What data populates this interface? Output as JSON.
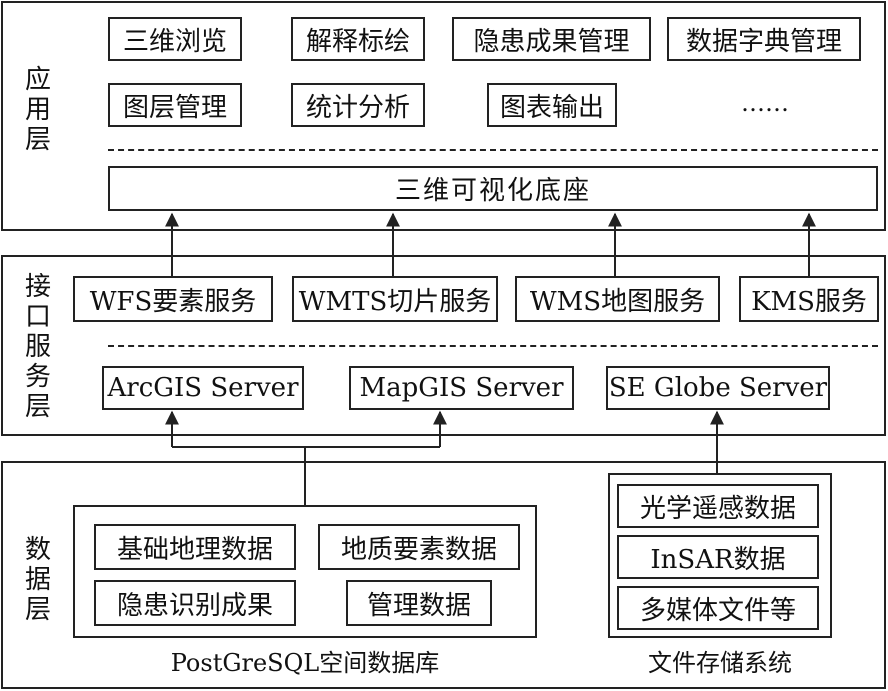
{
  "application_layer": {
    "label": "应用层",
    "modules_row1": [
      "三维浏览",
      "解释标绘",
      "隐患成果管理",
      "数据字典管理"
    ],
    "modules_row2": [
      "图层管理",
      "统计分析",
      "图表输出",
      "……"
    ],
    "base_platform": "三维可视化底座"
  },
  "interface_layer": {
    "label": "接口服务层",
    "services": [
      "WFS要素服务",
      "WMTS切片服务",
      "WMS地图服务",
      "KMS服务"
    ],
    "servers": [
      "ArcGIS Server",
      "MapGIS Server",
      "SE Globe Server"
    ]
  },
  "data_layer": {
    "label": "数据层",
    "database_items": [
      "基础地理数据",
      "地质要素数据",
      "隐患识别成果",
      "管理数据"
    ],
    "database_caption": "PostGreSQL空间数据库",
    "file_items": [
      "光学遥感数据",
      "InSAR数据",
      "多媒体文件等"
    ],
    "file_caption": "文件存储系统"
  }
}
